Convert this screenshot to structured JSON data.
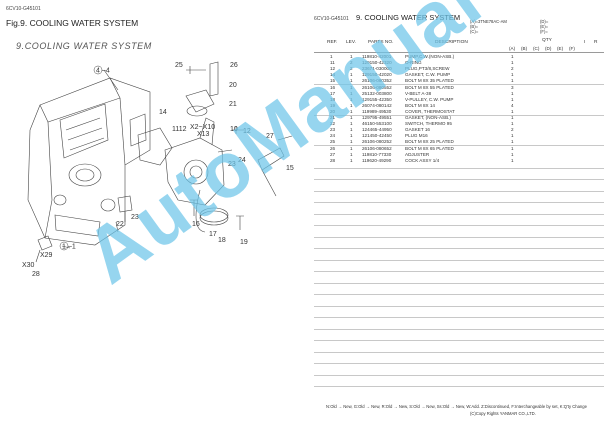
{
  "left_page": {
    "doc_code": "6CV10-G45101",
    "fig_title": "Fig.9.  COOLING WATER SYSTEM",
    "drawing_title": "9.COOLING WATER SYSTEM",
    "callouts": [
      "4",
      "25",
      "26",
      "20",
      "21",
      "14",
      "1112",
      "X2~X10",
      "X13",
      "10",
      "12",
      "24",
      "23",
      "27",
      "15",
      "23",
      "22",
      "16",
      "17",
      "18",
      "19",
      "1",
      "X29",
      "X30",
      "28"
    ]
  },
  "right_page": {
    "doc_code": "6CV10-G45101",
    "section_title": "9.  COOLING WATER SYSTEM",
    "model_lines_a": [
      "(A)=3TNE78AC-AM",
      "(B)=",
      "(C)="
    ],
    "model_lines_b": [
      "(D)=",
      "(E)=",
      "(F)="
    ],
    "headers": {
      "ref": "REF.",
      "lev": "LEV.",
      "parts": "PARTS NO.",
      "desc": "DESCRIPTION",
      "qty": "QTY",
      "i": "I",
      "r": "R",
      "qty_cols": [
        "(A)",
        "(B)",
        "(C)",
        "(D)",
        "(E)",
        "(F)"
      ]
    },
    "rows": [
      {
        "ref": "1",
        "lev": "1",
        "parts": "119810-42001",
        "desc": "PUMP,C.W.(NON-ASB.)",
        "qty": "1"
      },
      {
        "ref": "11",
        "lev": "2",
        "parts": "129150-42320",
        "desc": "O-RING",
        "qty": "1"
      },
      {
        "ref": "12",
        "lev": "2",
        "parts": "23671-030000",
        "desc": "PLUG,PT3/8,SCREW",
        "qty": "2"
      },
      {
        "ref": "14",
        "lev": "1",
        "parts": "129150-42020",
        "desc": "GASKET, C.W. PUMP",
        "qty": "1"
      },
      {
        "ref": "15",
        "lev": "1",
        "parts": "26106-080352",
        "desc": "BOLT M 8X 35 PLATED",
        "qty": "1"
      },
      {
        "ref": "16",
        "lev": "1",
        "parts": "26106-080552",
        "desc": "BOLT M 8X 55 PLATED",
        "qty": "3"
      },
      {
        "ref": "17",
        "lev": "1",
        "parts": "25132-003800",
        "desc": "V-BELT A-38",
        "qty": "1"
      },
      {
        "ref": "18",
        "lev": "1",
        "parts": "129155-42350",
        "desc": "V-PULLEY, C.W. PUMP",
        "qty": "1"
      },
      {
        "ref": "19",
        "lev": "1",
        "parts": "26074-080142",
        "desc": "BOLT M 8X 14",
        "qty": "4"
      },
      {
        "ref": "20",
        "lev": "1",
        "parts": "119989-49530",
        "desc": "COVER, THERMOSTAT",
        "qty": "1"
      },
      {
        "ref": "21",
        "lev": "1",
        "parts": "129795-49551",
        "desc": "GASKET, (NON-ASB.)",
        "qty": "1"
      },
      {
        "ref": "22",
        "lev": "1",
        "parts": "46150-553100",
        "desc": "SWITCH, THERMO 95",
        "qty": "1"
      },
      {
        "ref": "23",
        "lev": "1",
        "parts": "124465-44950",
        "desc": "GASKET 16",
        "qty": "2"
      },
      {
        "ref": "24",
        "lev": "1",
        "parts": "121450-42450",
        "desc": "PLUG M16",
        "qty": "1"
      },
      {
        "ref": "25",
        "lev": "1",
        "parts": "26106-080252",
        "desc": "BOLT M 8X 25 PLATED",
        "qty": "1"
      },
      {
        "ref": "26",
        "lev": "1",
        "parts": "26106-080652",
        "desc": "BOLT M 8X 65 PLATED",
        "qty": "1"
      },
      {
        "ref": "27",
        "lev": "1",
        "parts": "119810-77330",
        "desc": "ADJUSTER",
        "qty": "1"
      },
      {
        "ref": "28",
        "lev": "1",
        "parts": "119620-49290",
        "desc": "COCK ASSY 1/4",
        "qty": "1"
      }
    ],
    "footer": "N:Old → New,  G:Old → New,  R:Old → New,  S:Old → New,  Ss:Old → New,  W:Add.  Z:Discontinued,  F:Interchangeable by set,  K:Q'ty Change",
    "copyright": "(C)Copy Rights YANMAR CO.,LTD."
  },
  "watermark": "AutoManual"
}
